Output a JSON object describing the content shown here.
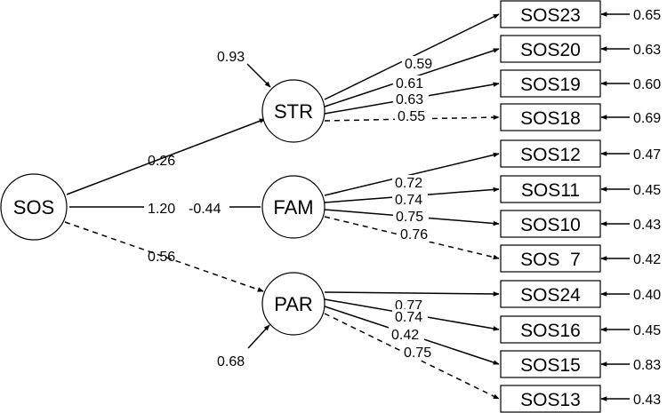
{
  "latent": {
    "sos": "SOS",
    "str": "STR",
    "fam": "FAM",
    "par": "PAR"
  },
  "second_order_loadings": {
    "str": "0.26",
    "fam": "1.20",
    "fam_residual": "-0.44",
    "par": "0.56"
  },
  "latent_residuals": {
    "str": "0.93",
    "par": "0.68"
  },
  "indicators": [
    {
      "label": "SOS23",
      "loading": "0.59",
      "error": "0.65",
      "factor": "STR",
      "dashed": false
    },
    {
      "label": "SOS20",
      "loading": "0.61",
      "error": "0.63",
      "factor": "STR",
      "dashed": false
    },
    {
      "label": "SOS19",
      "loading": "0.63",
      "error": "0.60",
      "factor": "STR",
      "dashed": false
    },
    {
      "label": "SOS18",
      "loading": "0.55",
      "error": "0.69",
      "factor": "STR",
      "dashed": true
    },
    {
      "label": "SOS12",
      "loading": "0.72",
      "error": "0.47",
      "factor": "FAM",
      "dashed": false
    },
    {
      "label": "SOS11",
      "loading": "0.74",
      "error": "0.45",
      "factor": "FAM",
      "dashed": false
    },
    {
      "label": "SOS10",
      "loading": "0.75",
      "error": "0.43",
      "factor": "FAM",
      "dashed": false
    },
    {
      "label": "SOS  7",
      "loading": "0.76",
      "error": "0.42",
      "factor": "FAM",
      "dashed": true
    },
    {
      "label": "SOS24",
      "loading": "0.77",
      "error": "0.40",
      "factor": "PAR",
      "dashed": false
    },
    {
      "label": "SOS16",
      "loading": "0.74",
      "error": "0.45",
      "factor": "PAR",
      "dashed": false
    },
    {
      "label": "SOS15",
      "loading": "0.42",
      "error": "0.83",
      "factor": "PAR",
      "dashed": false
    },
    {
      "label": "SOS13",
      "loading": "0.75",
      "error": "0.43",
      "factor": "PAR",
      "dashed": true
    }
  ]
}
